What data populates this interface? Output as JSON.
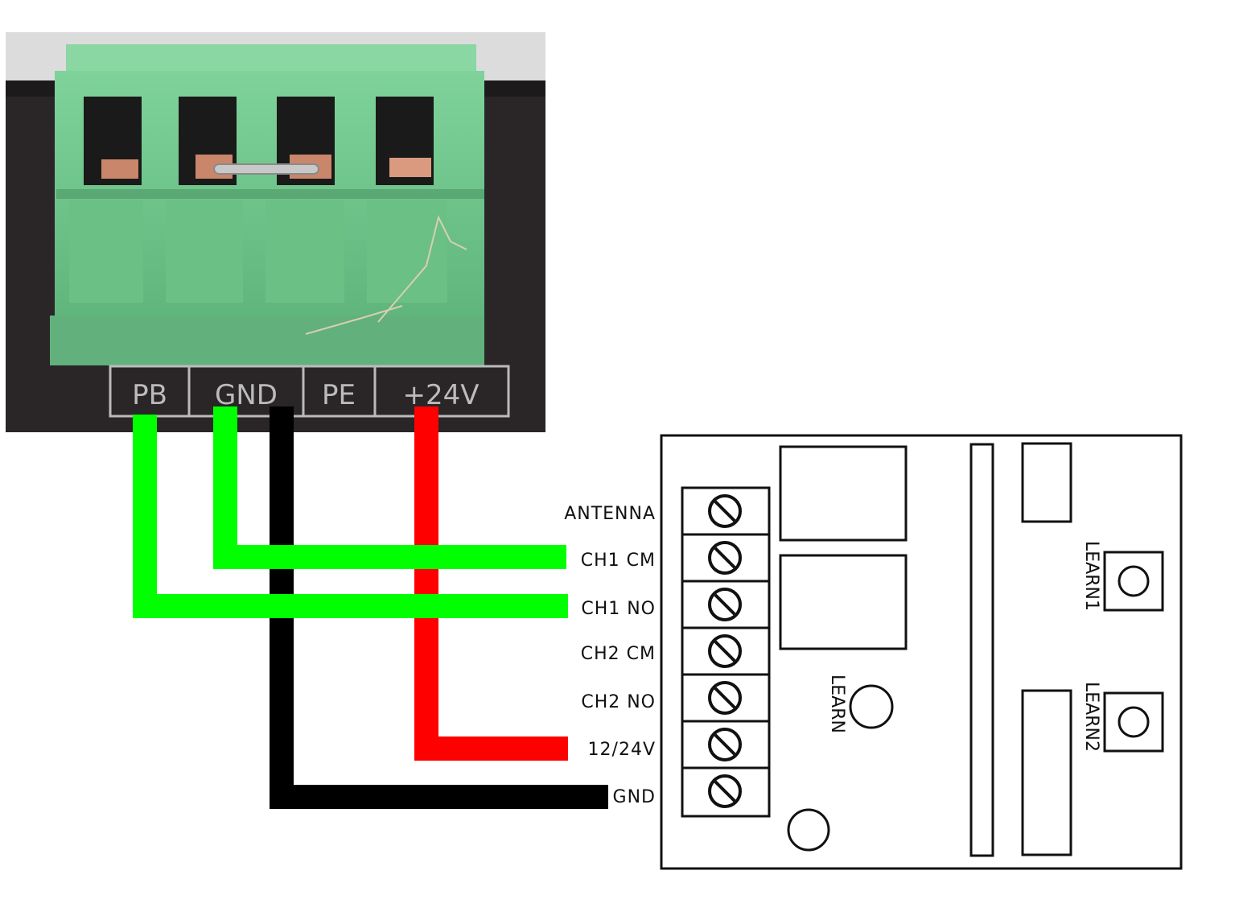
{
  "connector": {
    "terminals": [
      "PB",
      "GND",
      "PE",
      "+24V"
    ]
  },
  "receiver": {
    "pins": [
      "ANTENNA",
      "CH1 CM",
      "CH1 NO",
      "CH2 CM",
      "CH2 NO",
      "12/24V",
      "GND"
    ],
    "buttons": [
      "LEARN",
      "LEARN1",
      "LEARN2"
    ]
  },
  "wires": [
    {
      "from": "PB",
      "to": "CH1 NO",
      "color": "#00ff00"
    },
    {
      "from": "GND",
      "to": "CH1 CM",
      "color": "#00ff00"
    },
    {
      "from": "GND",
      "to": "GND",
      "color": "#000000"
    },
    {
      "from": "+24V",
      "to": "12/24V",
      "color": "#ff0000"
    }
  ],
  "colors": {
    "connector_green": "#6fc98a",
    "wire_green": "#00ff00",
    "wire_black": "#000000",
    "wire_red": "#ff0000"
  }
}
